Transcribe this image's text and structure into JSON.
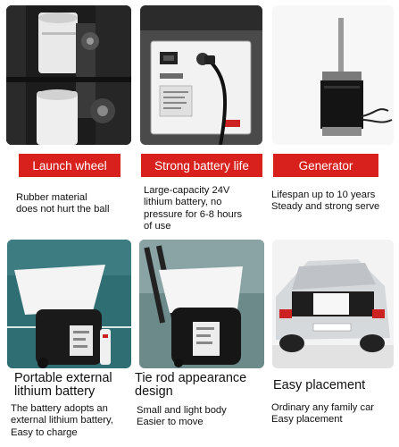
{
  "top": [
    {
      "banner": "Launch wheel",
      "lines": [
        "Rubber material",
        "does not hurt the ball"
      ]
    },
    {
      "banner": "Strong battery life",
      "lines": [
        "Large-capacity 24V",
        "lithium battery, no",
        "pressure for 6-8 hours",
        "of use"
      ]
    },
    {
      "banner": "Generator",
      "lines": [
        "Lifespan up to 10 years",
        "Steady and strong serve"
      ]
    }
  ],
  "bottom": [
    {
      "title": [
        "Portable external",
        "lithium battery"
      ],
      "lines": [
        "The battery adopts an",
        "external lithium battery,",
        "Easy to charge"
      ]
    },
    {
      "title": [
        "Tie rod appearance",
        "design"
      ],
      "lines": [
        "Small and light body",
        "Easier to move"
      ]
    },
    {
      "title": [
        "Easy placement"
      ],
      "lines": [
        "Ordinary any family car",
        "Easy placement"
      ]
    }
  ],
  "colors": {
    "banner": "#d8211c",
    "court": "#2f6f73"
  }
}
